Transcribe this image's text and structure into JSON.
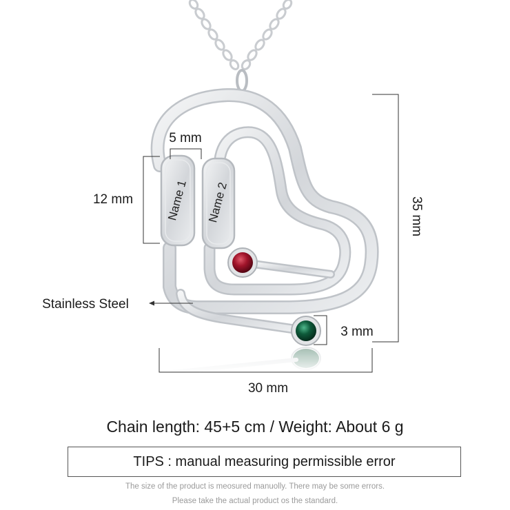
{
  "product": {
    "engraving_1": "Name 1",
    "engraving_2": "Name 2"
  },
  "dimensions": {
    "bar_width": "5 mm",
    "bar_height": "12 mm",
    "total_height": "35 mm",
    "total_width": "30 mm",
    "stone_size": "3 mm"
  },
  "material_label": "Stainless Steel",
  "specs": {
    "chain_weight": "Chain length: 45+5 cm / Weight: About 6 g"
  },
  "tips": {
    "label": "TIPS : manual measuring permissible error",
    "note_1": "The size of the product is meosured manuolly. There may be some errors.",
    "note_2": "Please take the actual product os the standard."
  },
  "colors": {
    "stone_1": "#9a1020",
    "stone_2": "#0e5a3a",
    "metal": "#d9dbde"
  }
}
